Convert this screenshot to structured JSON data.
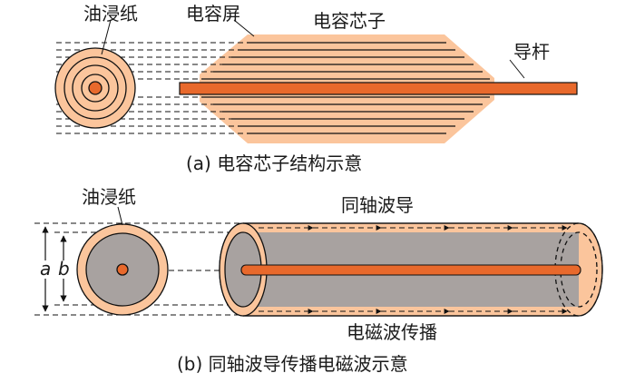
{
  "part_a": {
    "label_oil_paper": "油浸纸",
    "label_screen": "电容屏",
    "label_core": "电容芯子",
    "label_rod": "导杆",
    "caption": "(a)  电容芯子结构示意"
  },
  "part_b": {
    "label_oil_paper": "油浸纸",
    "label_a": "a",
    "label_b": "b",
    "label_waveguide": "同轴波导",
    "label_wave": "电磁波传播",
    "caption": "(b)  同轴波导传播电磁波示意"
  },
  "colors": {
    "insulation": "#fbc59c",
    "conductor": "#e8692c",
    "inner": "#a8a2a0",
    "line": "#111111"
  }
}
